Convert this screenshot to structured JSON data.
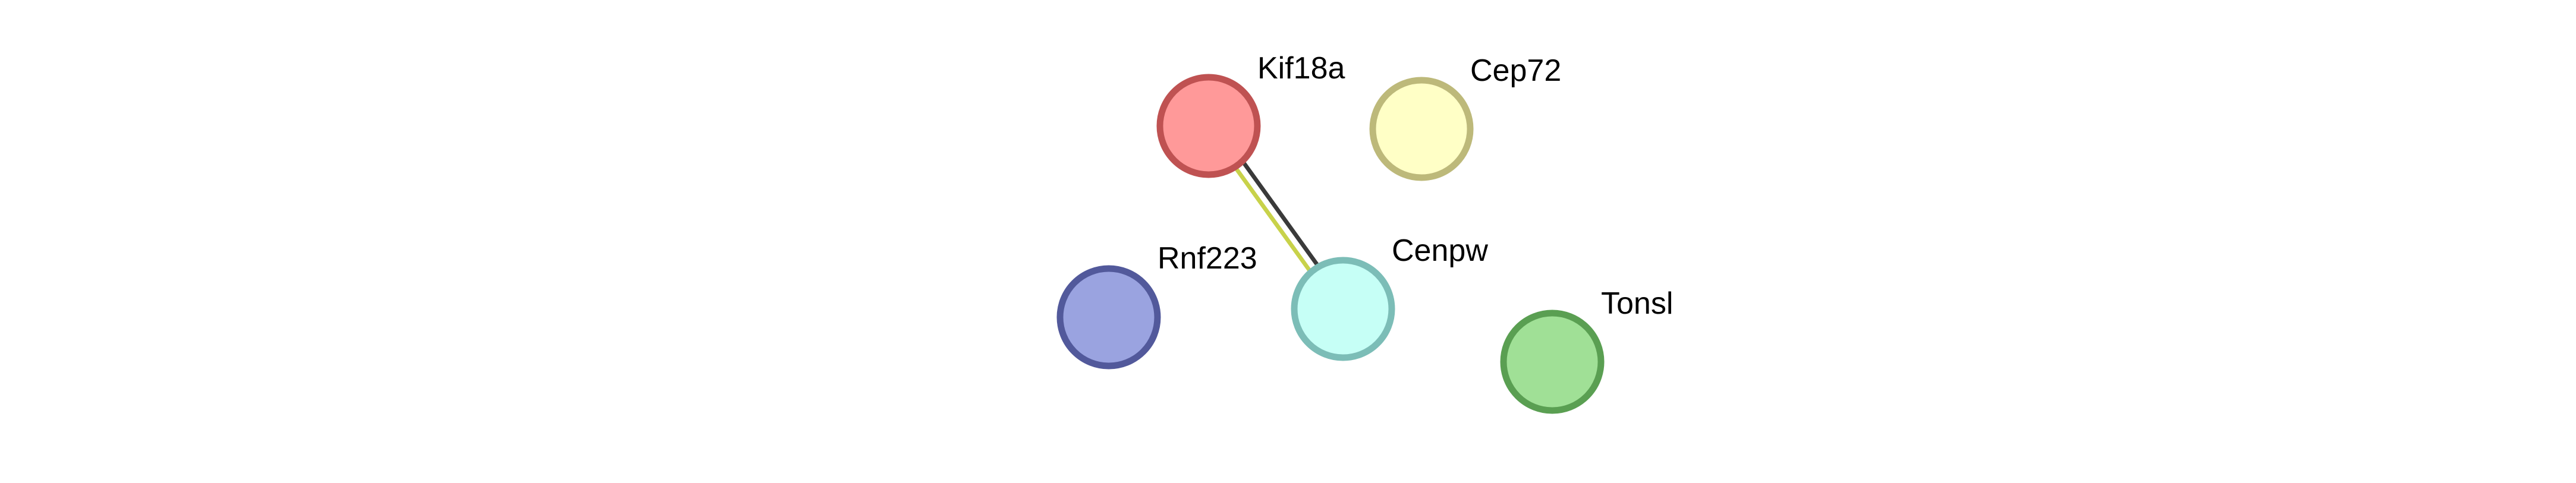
{
  "nodes": [
    {
      "id": "kif18a",
      "label": "Kif18a",
      "fill": "#ff9999",
      "stroke": "#bf5252"
    },
    {
      "id": "cep72",
      "label": "Cep72",
      "fill": "#ffffc6",
      "stroke": "#bdb97a"
    },
    {
      "id": "rnf223",
      "label": "Rnf223",
      "fill": "#9aa3e0",
      "stroke": "#52599b"
    },
    {
      "id": "cenpw",
      "label": "Cenpw",
      "fill": "#c6fff6",
      "stroke": "#7cbdb7"
    },
    {
      "id": "tonsl",
      "label": "Tonsl",
      "fill": "#a0e096",
      "stroke": "#5a9f52"
    }
  ],
  "edges": [
    {
      "source": "kif18a",
      "target": "cenpw",
      "colors": [
        "#c8d24a",
        "#3a3a3a"
      ]
    }
  ]
}
